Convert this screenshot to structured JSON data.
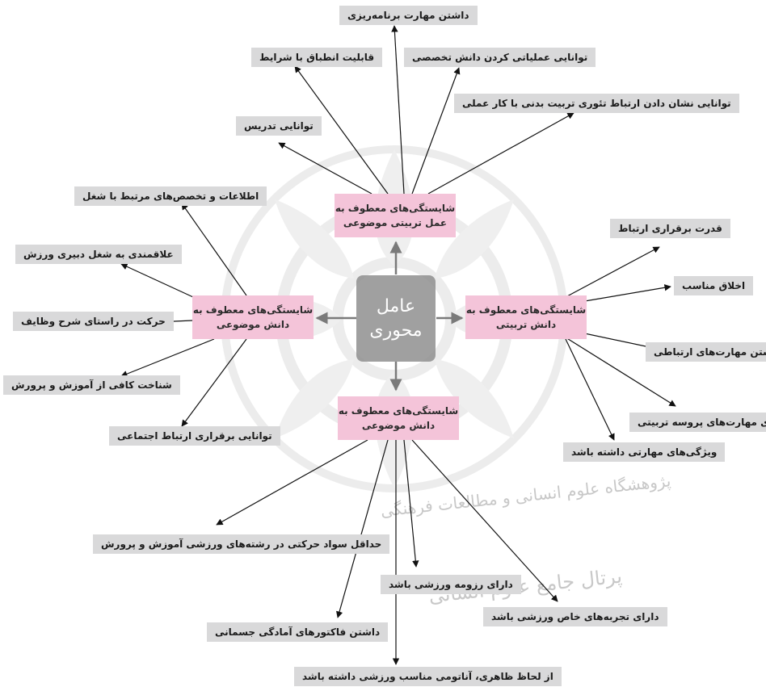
{
  "center": {
    "line1": "عامل",
    "line2": "محوری"
  },
  "hubs": {
    "top": {
      "line1": "شایستگی‌های معطوف به",
      "line2": "عمل تربیتی موضوعی"
    },
    "left": {
      "line1": "شایستگی‌های معطوف به",
      "line2": "دانش موضوعی"
    },
    "right": {
      "line1": "شایستگی‌های معطوف به",
      "line2": "دانش تربیتی"
    },
    "bottom": {
      "line1": "شایستگی‌های معطوف به",
      "line2": "دانش موضوعی"
    }
  },
  "leaves": {
    "top": [
      "داشتن مهارت برنامه‌ریزی",
      "قابلیت انطباق با شرایط",
      "توانایی عملیاتی کردن دانش تخصصی",
      "توانایی نشان دادن ارتباط تئوری تربیت بدنی با کار عملی",
      "توانایی تدریس"
    ],
    "left": [
      "اطلاعات و تخصص‌های مرتبط با شغل",
      "علاقمندی به شغل دبیری ورزش",
      "حرکت در راستای شرح وظایف",
      "شناخت کافی از آموزش و پرورش",
      "توانایی برقراری ارتباط اجتماعی"
    ],
    "right": [
      "قدرت برقراری ارتباط",
      "اخلاق مناسب",
      "داشتن مهارت‌های ارتباطی",
      "دارای مهارت‌های پروسه تربیتی",
      "ویژگی‌های مهارتی داشته باشد"
    ],
    "bottom": [
      "حداقل سواد حرکتی در رشته‌های ورزشی آموزش و پرورش",
      "دارای رزومه ورزشی باشد",
      "دارای تجربه‌های خاص ورزشی باشد",
      "داشتن فاکتورهای آمادگی جسمانی",
      "از لحاظ ظاهری، آناتومی مناسب ورزشی داشته باشد"
    ]
  },
  "watermark": {
    "line1": "پژوهشگاه علوم انسانی و مطالعات فرهنگی",
    "line2": "پرتال جامع علوم انسانی"
  },
  "colors": {
    "hub_fill": "#f4c4d9",
    "leaf_fill": "#d9d9da",
    "core_fill": "#8c8c8c",
    "arrow": "#111111",
    "core_arrow": "#7a7a7a"
  }
}
